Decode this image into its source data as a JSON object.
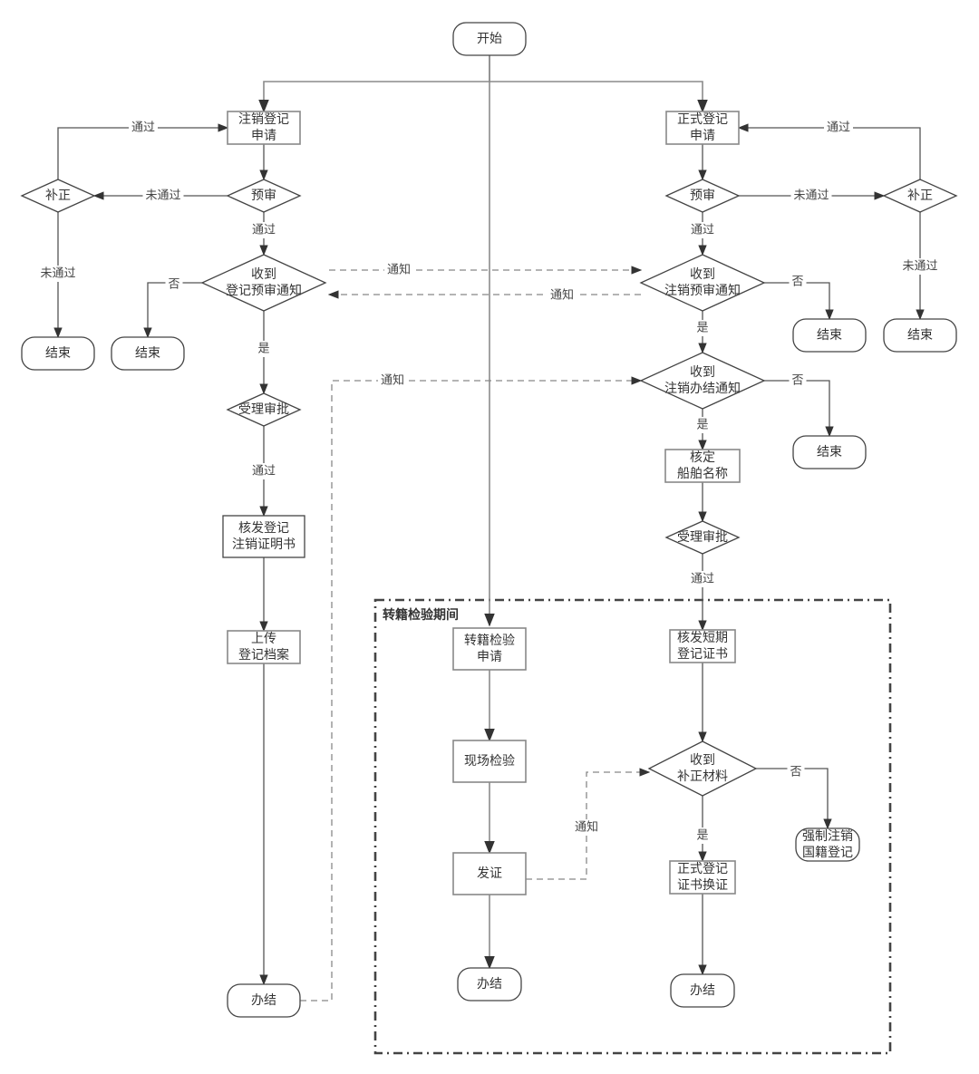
{
  "diagram": {
    "type": "flowchart",
    "group": {
      "title": "转籍检验期间"
    },
    "nodes": {
      "start": {
        "lines": [
          "开始"
        ],
        "shape": "terminal"
      },
      "cancel_apply": {
        "lines": [
          "注销登记",
          "申请"
        ],
        "shape": "process"
      },
      "cancel_pre": {
        "lines": [
          "预审"
        ],
        "shape": "decision"
      },
      "cancel_fix": {
        "lines": [
          "补正"
        ],
        "shape": "decision"
      },
      "cancel_fix_end": {
        "lines": [
          "结束"
        ],
        "shape": "terminal"
      },
      "recv_reg_pre": {
        "lines": [
          "收到",
          "登记预审通知"
        ],
        "shape": "decision"
      },
      "recv_reg_pre_end": {
        "lines": [
          "结束"
        ],
        "shape": "terminal"
      },
      "cancel_approve": {
        "lines": [
          "受理审批"
        ],
        "shape": "decision"
      },
      "issue_cancel_cert": {
        "lines": [
          "核发登记",
          "注销证明书"
        ],
        "shape": "process"
      },
      "upload_archive": {
        "lines": [
          "上传",
          "登记档案"
        ],
        "shape": "process"
      },
      "cancel_done": {
        "lines": [
          "办结"
        ],
        "shape": "terminal"
      },
      "formal_apply": {
        "lines": [
          "正式登记",
          "申请"
        ],
        "shape": "process"
      },
      "formal_pre": {
        "lines": [
          "预审"
        ],
        "shape": "decision"
      },
      "formal_fix": {
        "lines": [
          "补正"
        ],
        "shape": "decision"
      },
      "formal_fix_end": {
        "lines": [
          "结束"
        ],
        "shape": "terminal"
      },
      "recv_cancel_pre": {
        "lines": [
          "收到",
          "注销预审通知"
        ],
        "shape": "decision"
      },
      "recv_cancel_pre_end": {
        "lines": [
          "结束"
        ],
        "shape": "terminal"
      },
      "recv_cancel_done": {
        "lines": [
          "收到",
          "注销办结通知"
        ],
        "shape": "decision"
      },
      "recv_cancel_done_end": {
        "lines": [
          "结束"
        ],
        "shape": "terminal"
      },
      "verify_ship_name": {
        "lines": [
          "核定",
          "船舶名称"
        ],
        "shape": "process"
      },
      "formal_approve": {
        "lines": [
          "受理审批"
        ],
        "shape": "decision"
      },
      "issue_short_cert": {
        "lines": [
          "核发短期",
          "登记证书"
        ],
        "shape": "process"
      },
      "transfer_apply": {
        "lines": [
          "转籍检验",
          "申请"
        ],
        "shape": "process"
      },
      "onsite_inspect": {
        "lines": [
          "现场检验"
        ],
        "shape": "process"
      },
      "issue_cert": {
        "lines": [
          "发证"
        ],
        "shape": "process"
      },
      "transfer_done": {
        "lines": [
          "办结"
        ],
        "shape": "terminal"
      },
      "recv_fix_material": {
        "lines": [
          "收到",
          "补正材料"
        ],
        "shape": "decision"
      },
      "force_cancel": {
        "lines": [
          "强制注销",
          "国籍登记"
        ],
        "shape": "terminal"
      },
      "formal_exchange": {
        "lines": [
          "正式登记",
          "证书换证"
        ],
        "shape": "process"
      },
      "formal_done": {
        "lines": [
          "办结"
        ],
        "shape": "terminal"
      }
    },
    "edges": {
      "e_fix_back_left": {
        "label": "通过"
      },
      "e_pre_fail_left": {
        "label": "未通过"
      },
      "e_pre_pass_left": {
        "label": "通过"
      },
      "e_fix_fail_left": {
        "label": "未通过"
      },
      "e_reg_pre_no": {
        "label": "否"
      },
      "e_reg_pre_yes": {
        "label": "是"
      },
      "e_notify_to_right": {
        "label": "通知"
      },
      "e_notify_to_left": {
        "label": "通知"
      },
      "e_approve_pass_left": {
        "label": "通过"
      },
      "e_done_notify": {
        "label": "通知"
      },
      "e_fix_back_right": {
        "label": "通过"
      },
      "e_pre_fail_right": {
        "label": "未通过"
      },
      "e_pre_pass_right": {
        "label": "通过"
      },
      "e_fix_fail_right": {
        "label": "未通过"
      },
      "e_cancel_pre_no": {
        "label": "否"
      },
      "e_cancel_pre_yes": {
        "label": "是"
      },
      "e_cancel_done_no": {
        "label": "否"
      },
      "e_cancel_done_yes": {
        "label": "是"
      },
      "e_approve_pass_right": {
        "label": "通过"
      },
      "e_issue_notify": {
        "label": "通知"
      },
      "e_fix_material_no": {
        "label": "否"
      },
      "e_fix_material_yes": {
        "label": "是"
      }
    }
  }
}
